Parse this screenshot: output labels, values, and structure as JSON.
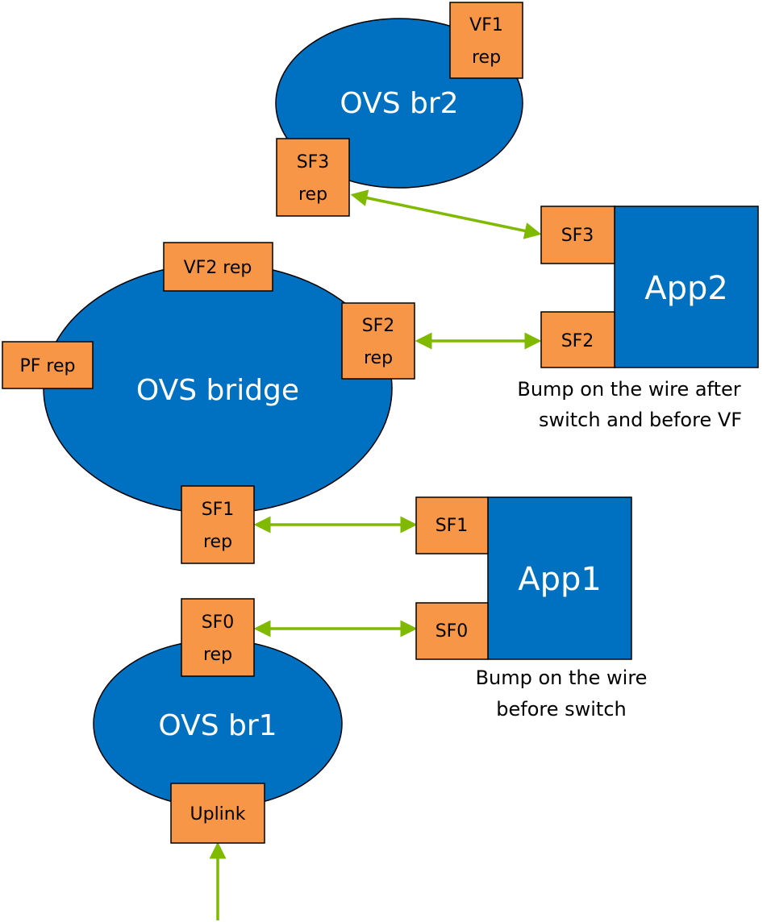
{
  "colors": {
    "bridge": "#0070c0",
    "port": "#f79646",
    "arrow": "#7fba00",
    "outline": "#000000"
  },
  "bridges": {
    "br2": "OVS br2",
    "bridge": "OVS bridge",
    "br1": "OVS br1"
  },
  "apps": {
    "app2": "App2",
    "app1": "App1"
  },
  "ports": {
    "vf1_rep": [
      "VF1",
      "rep"
    ],
    "sf3_rep": [
      "SF3",
      "rep"
    ],
    "vf2_rep": [
      "VF2 rep"
    ],
    "sf2_rep": [
      "SF2",
      "rep"
    ],
    "pf_rep": [
      "PF rep"
    ],
    "sf1_rep": [
      "SF1",
      "rep"
    ],
    "sf0_rep": [
      "SF0",
      "rep"
    ],
    "uplink": [
      "Uplink"
    ],
    "sf3": [
      "SF3"
    ],
    "sf2": [
      "SF2"
    ],
    "sf1": [
      "SF1"
    ],
    "sf0": [
      "SF0"
    ]
  },
  "captions": {
    "app2": [
      "Bump on the wire after",
      "switch and before VF"
    ],
    "app1": [
      "Bump on the wire",
      "before switch"
    ]
  }
}
